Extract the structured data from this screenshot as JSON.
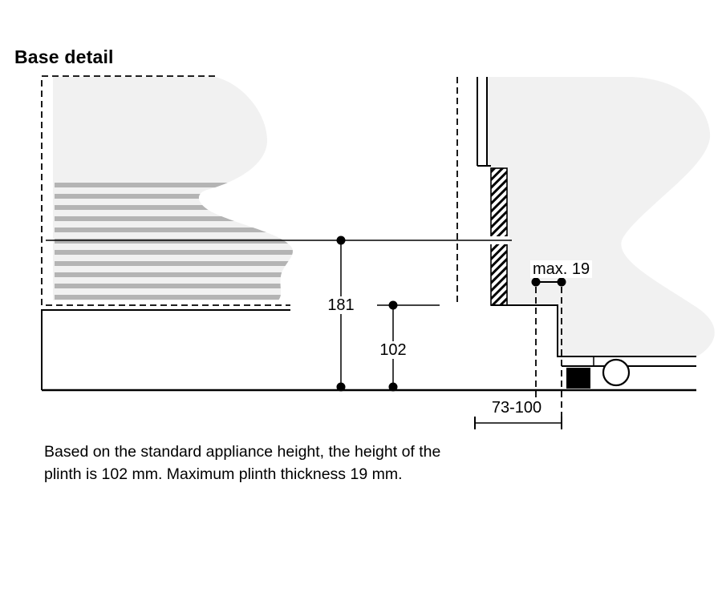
{
  "title": "Base detail",
  "diagram": {
    "dim_labels": {
      "appliance_height": "181",
      "plinth_height": "102",
      "max_plinth_thickness": "max. 19",
      "plinth_recess_depth": "73-100"
    },
    "colors": {
      "panel_gray": "#f1f1f1",
      "stripe_gray": "#b4b4b4",
      "line": "#000000"
    }
  },
  "caption": {
    "line1": "Based on the standard appliance height, the height of the",
    "line2": "plinth is 102 mm. Maximum plinth thickness 19 mm."
  }
}
